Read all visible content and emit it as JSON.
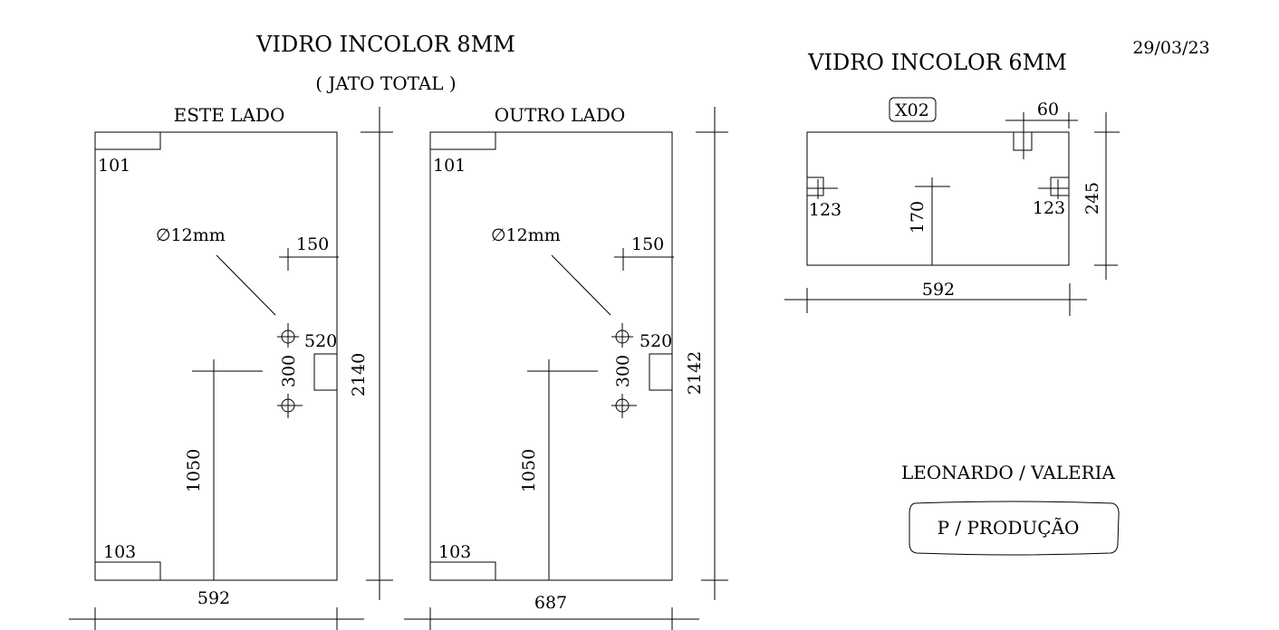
{
  "left_header": {
    "title": "VIDRO INCOLOR 8MM",
    "subtitle": "( JATO TOTAL )"
  },
  "right_header": {
    "title": "VIDRO INCOLOR 6MM",
    "date": "29/03/23"
  },
  "panel_este": {
    "label": "ESTE LADO",
    "corner_top": "101",
    "corner_bottom": "103",
    "hole_label": "∅12mm",
    "hole_offset": "150",
    "handle_height": "520",
    "hole_spacing": "300",
    "height_dim": "1050",
    "width_dim": "592",
    "total_height": "2140"
  },
  "panel_outro": {
    "label": "OUTRO LADO",
    "corner_top": "101",
    "corner_bottom": "103",
    "hole_label": "∅12mm",
    "hole_offset": "150",
    "handle_height": "520",
    "hole_spacing": "300",
    "height_dim": "1050",
    "width_dim": "687",
    "total_height": "2142"
  },
  "glass_6mm": {
    "tag": "X02",
    "top_notch": "60",
    "left_notch": "123",
    "right_notch": "123",
    "center_dim": "170",
    "width_dim": "592",
    "height_dim": "245"
  },
  "footer": {
    "names": "LEONARDO / VALERIA",
    "stamp": "P / PRODUÇÃO"
  }
}
